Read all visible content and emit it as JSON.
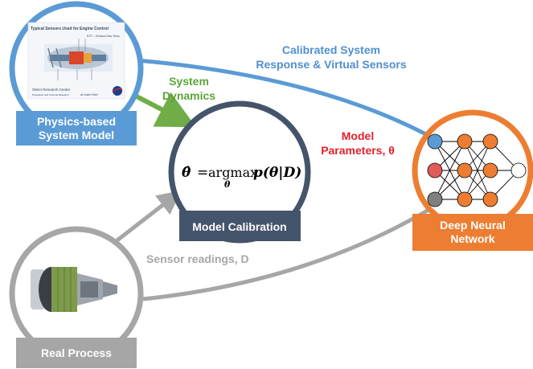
{
  "nodes": {
    "physics_model": {
      "label_line1": "Physics-based",
      "label_line2": "System Model",
      "inset_title": "Typical Sensors Used for Engine Control",
      "inset_note": "EGT – Exhaust Gas Temp",
      "inset_center_line1": "Glenn Research Center",
      "inset_center_line2": "at Lewis Field",
      "inset_sub": "Propulsion and Controls Research"
    },
    "model_calibration": {
      "label": "Model Calibration",
      "equation": {
        "lhs": "θ̂",
        "equals": "=",
        "op": "argmax",
        "subscript": "θ",
        "rhs": "p(θ|D)"
      }
    },
    "dnn": {
      "label_line1": "Deep Neural",
      "label_line2": "Network"
    },
    "real_process": {
      "label": "Real Process"
    }
  },
  "edges": {
    "calibrated_response": {
      "line1": "Calibrated System",
      "line2": "Response & Virtual Sensors"
    },
    "system_dynamics": {
      "line1": "System",
      "line2": "Dynamics"
    },
    "model_parameters": {
      "line1": "Model",
      "line2": "Parameters, θ"
    },
    "sensor_readings": {
      "text": "Sensor readings, D"
    }
  },
  "colors": {
    "blue": "#5b9bd5",
    "blue_label": "#4f8fd1",
    "navy": "#44546a",
    "orange": "#ed7d31",
    "gray": "#a6a6a6",
    "green": "#70ad47",
    "green_text": "#5aa537",
    "red": "#e2202a",
    "node_red": "#e05a5a",
    "node_gray": "#7f7f7f"
  }
}
